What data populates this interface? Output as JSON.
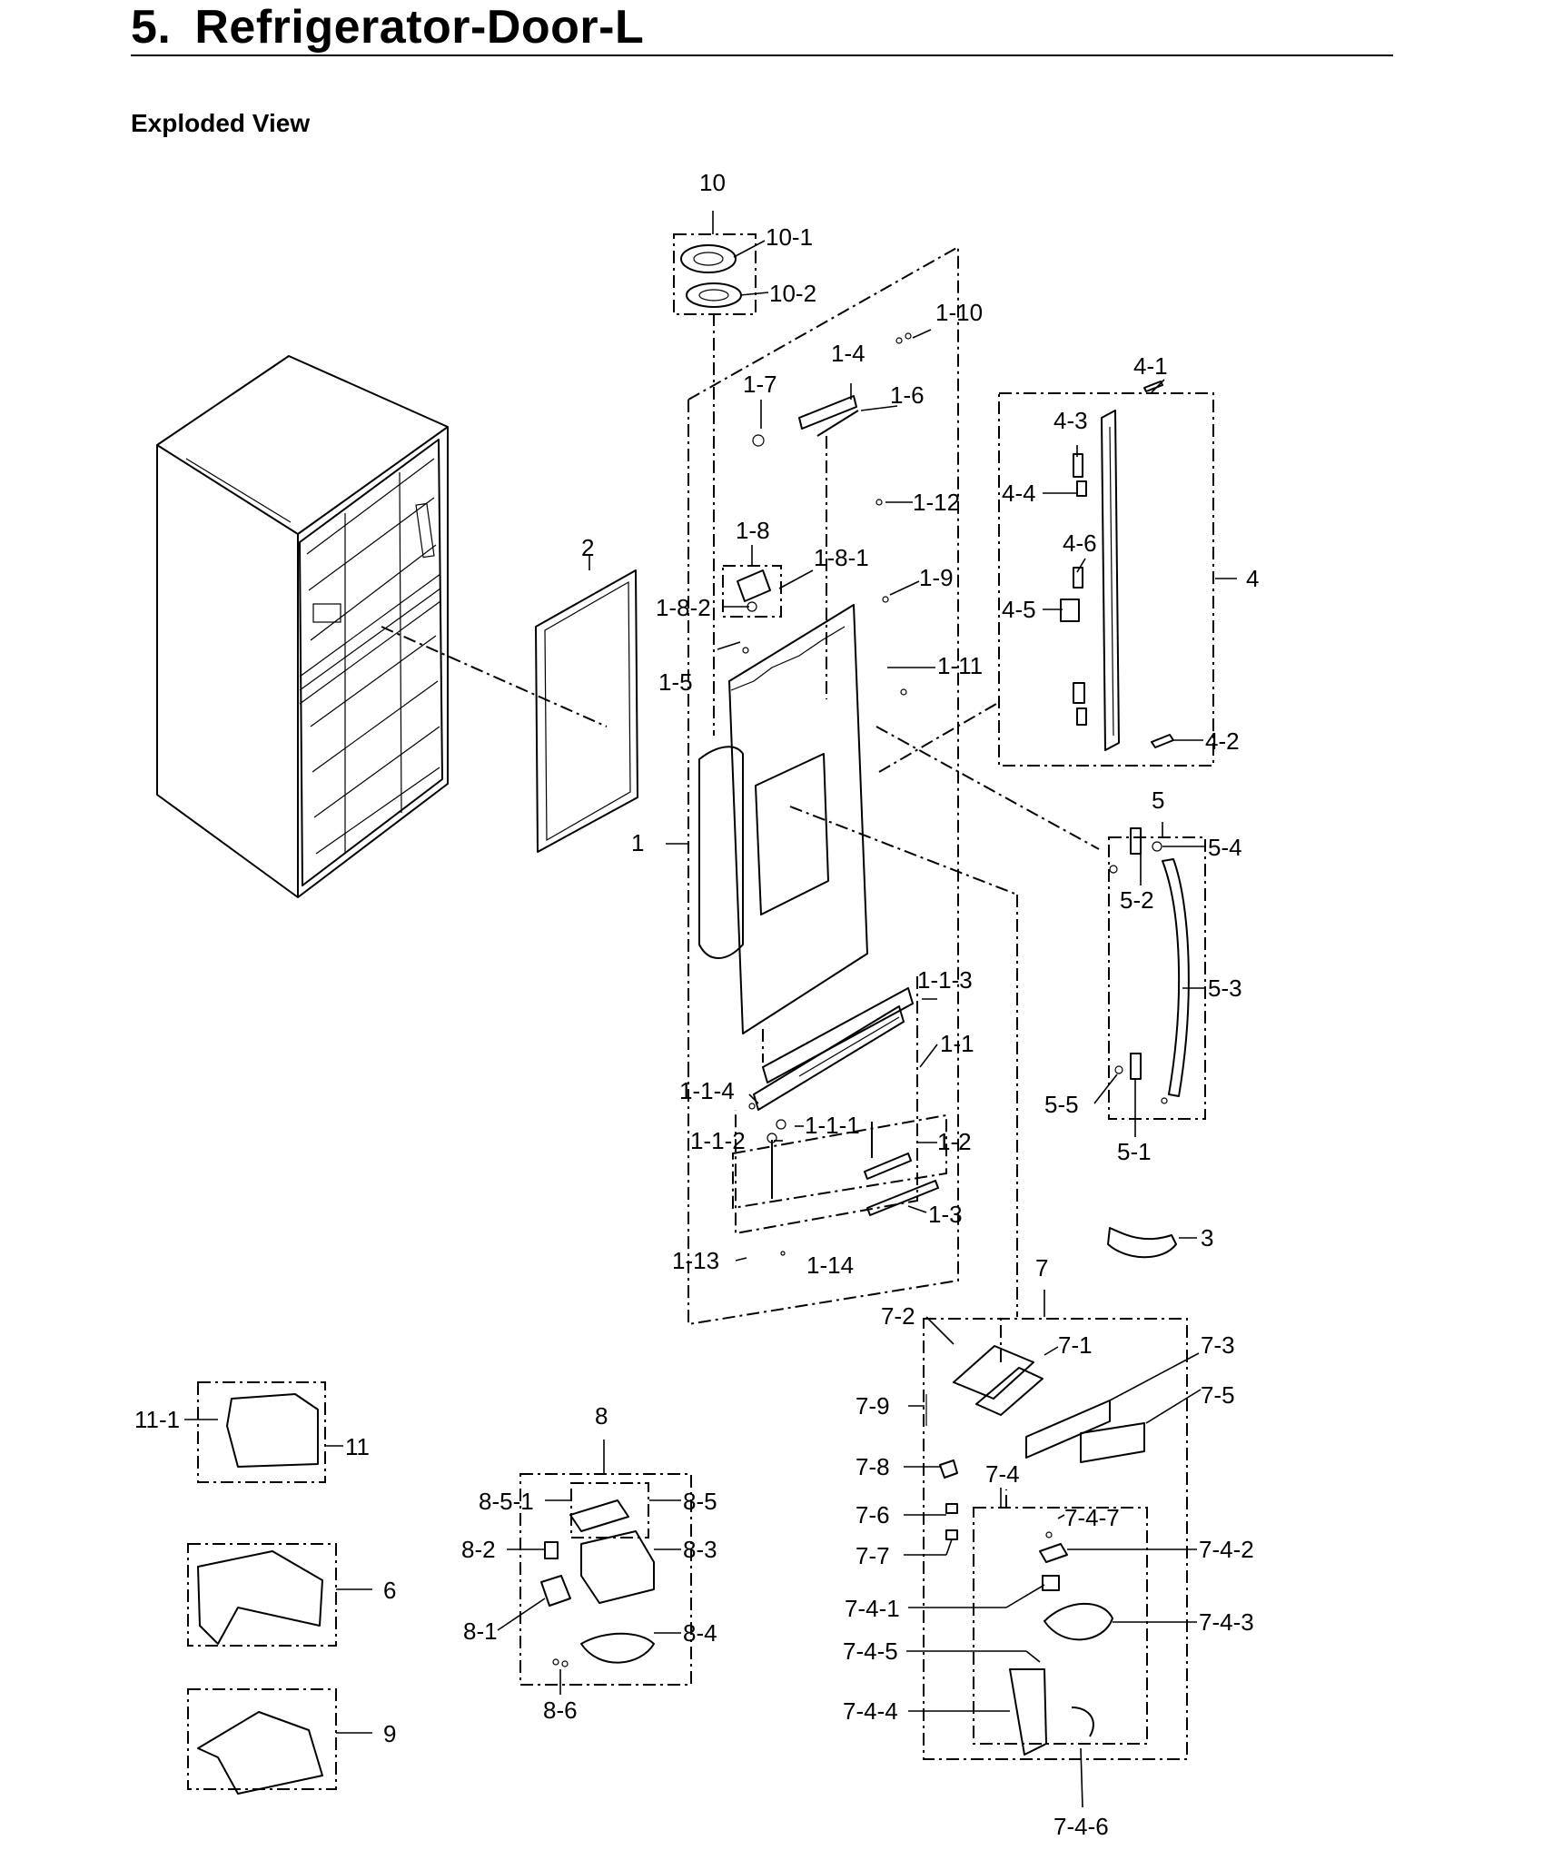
{
  "header": {
    "section_number": "5.",
    "section_title": "Refrigerator-Door-L"
  },
  "subtitle": "Exploded View",
  "diagram": {
    "callouts": [
      {
        "id": "10",
        "label": "10"
      },
      {
        "id": "10-1",
        "label": "10-1"
      },
      {
        "id": "10-2",
        "label": "10-2"
      },
      {
        "id": "1-10",
        "label": "1-10"
      },
      {
        "id": "1-4",
        "label": "1-4"
      },
      {
        "id": "1-7",
        "label": "1-7"
      },
      {
        "id": "1-6",
        "label": "1-6"
      },
      {
        "id": "1-12",
        "label": "1-12"
      },
      {
        "id": "1-8",
        "label": "1-8"
      },
      {
        "id": "1-8-1",
        "label": "1-8-1"
      },
      {
        "id": "1-8-2",
        "label": "1-8-2"
      },
      {
        "id": "1-9",
        "label": "1-9"
      },
      {
        "id": "1-5",
        "label": "1-5"
      },
      {
        "id": "1-11",
        "label": "1-11"
      },
      {
        "id": "2",
        "label": "2"
      },
      {
        "id": "1",
        "label": "1"
      },
      {
        "id": "4-1",
        "label": "4-1"
      },
      {
        "id": "4-3",
        "label": "4-3"
      },
      {
        "id": "4-4",
        "label": "4-4"
      },
      {
        "id": "4-6",
        "label": "4-6"
      },
      {
        "id": "4-5",
        "label": "4-5"
      },
      {
        "id": "4",
        "label": "4"
      },
      {
        "id": "4-2",
        "label": "4-2"
      },
      {
        "id": "5",
        "label": "5"
      },
      {
        "id": "5-4",
        "label": "5-4"
      },
      {
        "id": "5-2",
        "label": "5-2"
      },
      {
        "id": "5-3",
        "label": "5-3"
      },
      {
        "id": "5-5",
        "label": "5-5"
      },
      {
        "id": "5-1",
        "label": "5-1"
      },
      {
        "id": "1-1-3",
        "label": "1-1-3"
      },
      {
        "id": "1-1",
        "label": "1-1"
      },
      {
        "id": "1-1-4",
        "label": "1-1-4"
      },
      {
        "id": "1-1-1",
        "label": "1-1-1"
      },
      {
        "id": "1-1-2",
        "label": "1-1-2"
      },
      {
        "id": "1-2",
        "label": "1-2"
      },
      {
        "id": "1-3",
        "label": "1-3"
      },
      {
        "id": "1-13",
        "label": "1-13"
      },
      {
        "id": "1-14",
        "label": "1-14"
      },
      {
        "id": "3",
        "label": "3"
      },
      {
        "id": "7",
        "label": "7"
      },
      {
        "id": "7-2",
        "label": "7-2"
      },
      {
        "id": "7-1",
        "label": "7-1"
      },
      {
        "id": "7-3",
        "label": "7-3"
      },
      {
        "id": "7-9",
        "label": "7-9"
      },
      {
        "id": "7-5",
        "label": "7-5"
      },
      {
        "id": "7-8",
        "label": "7-8"
      },
      {
        "id": "7-4",
        "label": "7-4"
      },
      {
        "id": "7-6",
        "label": "7-6"
      },
      {
        "id": "7-4-7",
        "label": "7-4-7"
      },
      {
        "id": "7-7",
        "label": "7-7"
      },
      {
        "id": "7-4-2",
        "label": "7-4-2"
      },
      {
        "id": "7-4-1",
        "label": "7-4-1"
      },
      {
        "id": "7-4-3",
        "label": "7-4-3"
      },
      {
        "id": "7-4-5",
        "label": "7-4-5"
      },
      {
        "id": "7-4-4",
        "label": "7-4-4"
      },
      {
        "id": "7-4-6",
        "label": "7-4-6"
      },
      {
        "id": "11-1",
        "label": "11-1"
      },
      {
        "id": "11",
        "label": "11"
      },
      {
        "id": "8",
        "label": "8"
      },
      {
        "id": "8-5-1",
        "label": "8-5-1"
      },
      {
        "id": "8-5",
        "label": "8-5"
      },
      {
        "id": "8-2",
        "label": "8-2"
      },
      {
        "id": "8-3",
        "label": "8-3"
      },
      {
        "id": "8-1",
        "label": "8-1"
      },
      {
        "id": "8-4",
        "label": "8-4"
      },
      {
        "id": "8-6",
        "label": "8-6"
      },
      {
        "id": "6",
        "label": "6"
      },
      {
        "id": "9",
        "label": "9"
      }
    ]
  }
}
